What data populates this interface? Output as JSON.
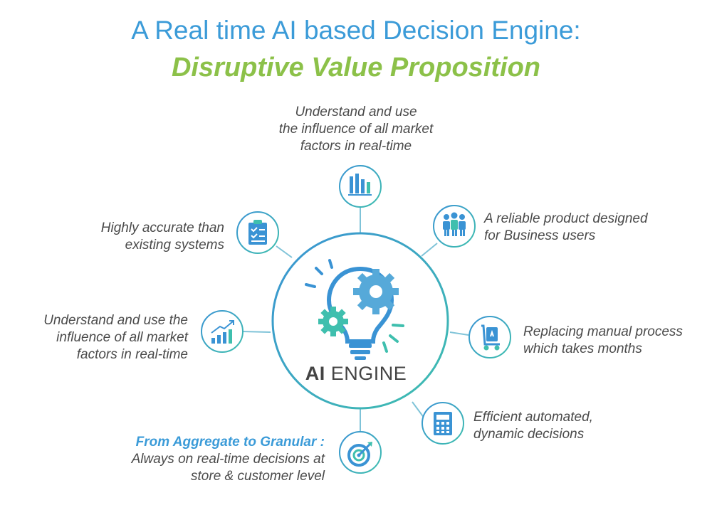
{
  "title": {
    "line1": "A Real time AI based Decision Engine:",
    "line2": "Disruptive Value Proposition"
  },
  "center": {
    "label_bold": "AI",
    "label_rest": " ENGINE",
    "icon": "lightbulb-gears-icon"
  },
  "nodes": {
    "top": {
      "icon": "bar-chart-icon",
      "lines": [
        "Understand and use",
        "the influence of all market",
        "factors in real-time"
      ]
    },
    "top_left": {
      "icon": "clipboard-checklist-icon",
      "lines": [
        "Highly accurate than",
        "existing systems"
      ]
    },
    "middle_left": {
      "icon": "growth-chart-icon",
      "lines": [
        "Understand and use the",
        "influence of all market",
        "factors in real-time"
      ]
    },
    "bottom_left": {
      "icon": "target-icon",
      "heading": "From Aggregate to Granular :",
      "lines": [
        "Always on real-time decisions at",
        "store & customer level"
      ]
    },
    "top_right": {
      "icon": "business-users-icon",
      "lines": [
        "A reliable product designed",
        "for Business users"
      ]
    },
    "middle_right": {
      "icon": "hand-truck-icon",
      "lines": [
        "Replacing manual process",
        "which takes months"
      ]
    },
    "bottom_right": {
      "icon": "calculator-icon",
      "lines": [
        "Efficient automated,",
        "dynamic decisions"
      ]
    }
  },
  "colors": {
    "title_blue": "#3b9bd8",
    "title_green": "#8cc149",
    "accent_blue": "#3a93d4",
    "accent_teal": "#3fbfae",
    "text_gray": "#4a4a4a"
  }
}
